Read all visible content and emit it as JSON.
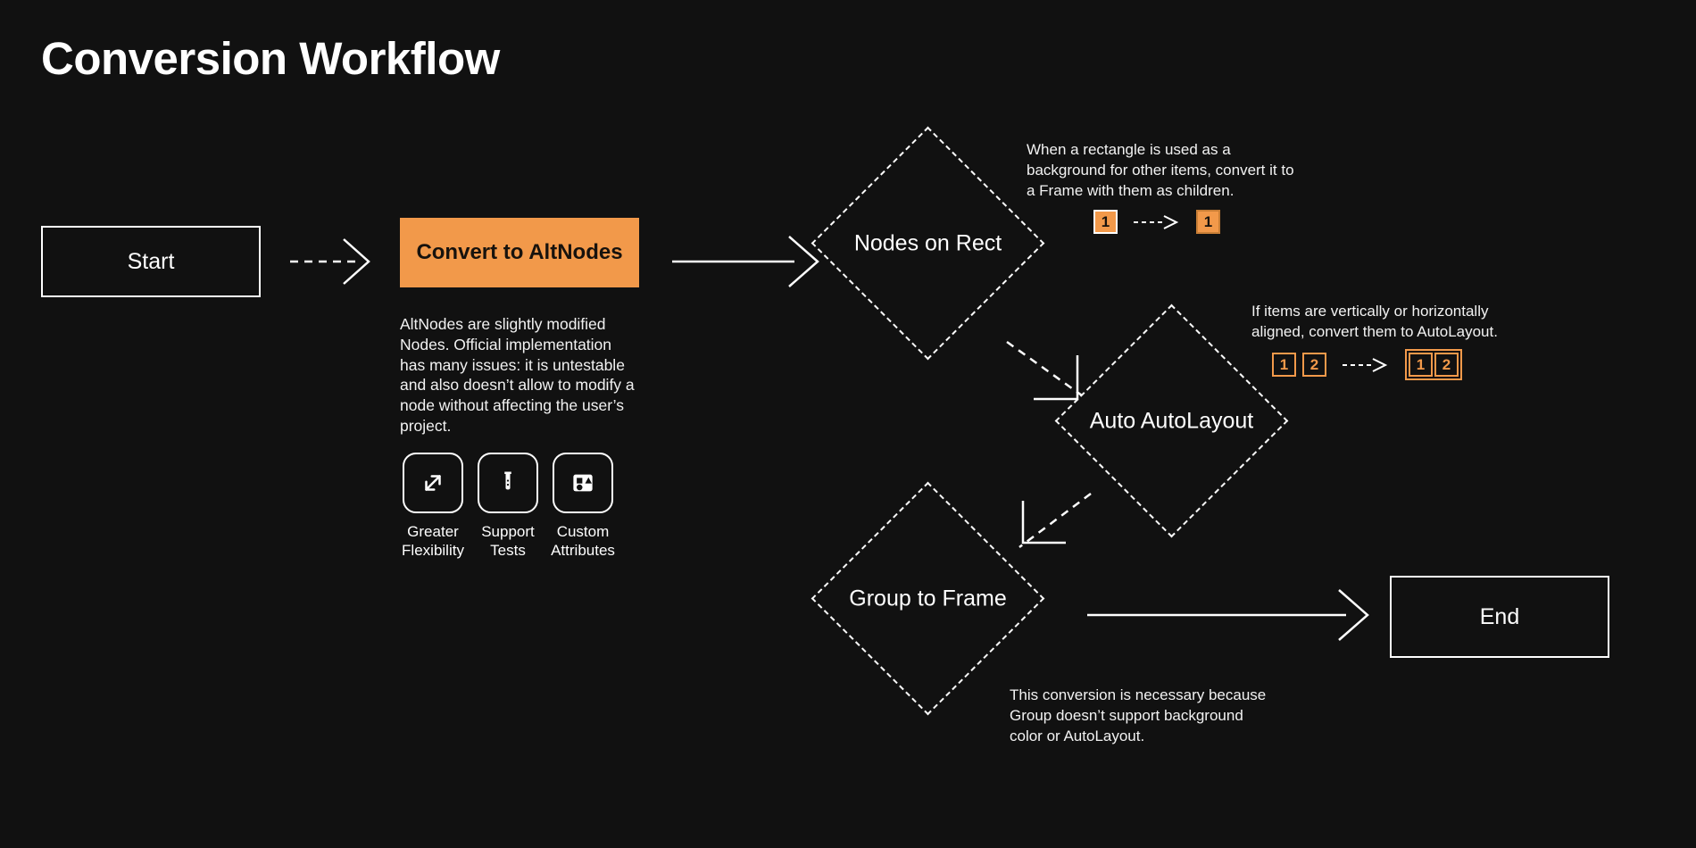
{
  "page": {
    "title": "Conversion Workflow",
    "background_color": "#111111",
    "accent_color": "#F2994A",
    "text_color": "#FFFFFF"
  },
  "nodes": {
    "start": {
      "label": "Start",
      "shape": "rectangle"
    },
    "convert": {
      "label": "Convert to AltNodes",
      "shape": "rectangle-filled",
      "fill": "#F2994A"
    },
    "nodes_on_rect": {
      "label": "Nodes on Rect",
      "shape": "diamond-dashed"
    },
    "auto_autolayout": {
      "label": "Auto AutoLayout",
      "shape": "diamond-dashed"
    },
    "group_to_frame": {
      "label": "Group to Frame",
      "shape": "diamond-dashed"
    },
    "end": {
      "label": "End",
      "shape": "rectangle"
    }
  },
  "convert_description": "AltNodes are slightly modified Nodes. Official implementation has many issues: it is untestable and also doesn’t allow to modify a node without affecting the user’s project.",
  "features": [
    {
      "icon": "expand-arrows-icon",
      "label": "Greater Flexibility"
    },
    {
      "icon": "test-tube-icon",
      "label": "Support Tests"
    },
    {
      "icon": "shapes-attributes-icon",
      "label": "Custom Attributes"
    }
  ],
  "annotations": {
    "nodes_on_rect": "When a rectangle is used as a background for other items, convert it to a Frame with them as children.",
    "auto_autolayout": "If items are vertically or horizontally aligned, convert them to AutoLayout.",
    "group_to_frame": "This conversion is necessary because Group doesn’t support background color or AutoLayout."
  },
  "badges": {
    "rect_before": [
      "1"
    ],
    "rect_after": [
      "1"
    ],
    "auto_before": [
      "1",
      "2"
    ],
    "auto_after": [
      "1",
      "2"
    ]
  },
  "edges": [
    {
      "from": "start",
      "to": "convert",
      "style": "dashed",
      "direction": "right"
    },
    {
      "from": "convert",
      "to": "nodes_on_rect",
      "style": "solid",
      "direction": "right"
    },
    {
      "from": "nodes_on_rect",
      "to": "auto_autolayout",
      "style": "dashed",
      "direction": "down-right"
    },
    {
      "from": "auto_autolayout",
      "to": "group_to_frame",
      "style": "dashed",
      "direction": "down-left"
    },
    {
      "from": "group_to_frame",
      "to": "end",
      "style": "solid",
      "direction": "right"
    }
  ]
}
